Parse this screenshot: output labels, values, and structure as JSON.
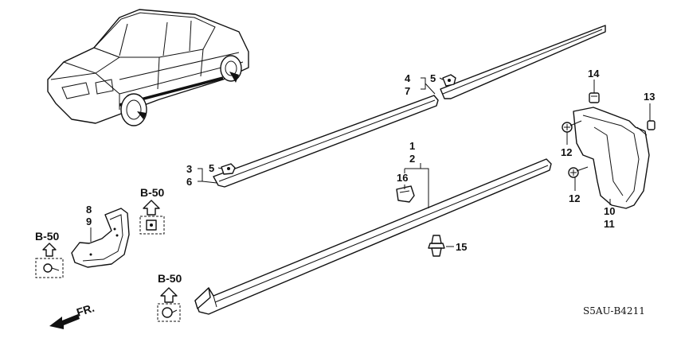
{
  "callouts": {
    "c1": "1",
    "c2": "2",
    "c3": "3",
    "c6": "6",
    "c4": "4",
    "c7": "7",
    "c5a": "5",
    "c5b": "5",
    "c8": "8",
    "c9": "9",
    "c10": "10",
    "c11": "11",
    "c12a": "12",
    "c12b": "12",
    "c13": "13",
    "c14": "14",
    "c15": "15",
    "c16": "16"
  },
  "references": {
    "r1": "B-50",
    "r2": "B-50",
    "r3": "B-50"
  },
  "direction_label": "FR.",
  "diagram_code": "S5AU-B4211",
  "colors": {
    "ink": "#111111",
    "paper": "#ffffff"
  }
}
